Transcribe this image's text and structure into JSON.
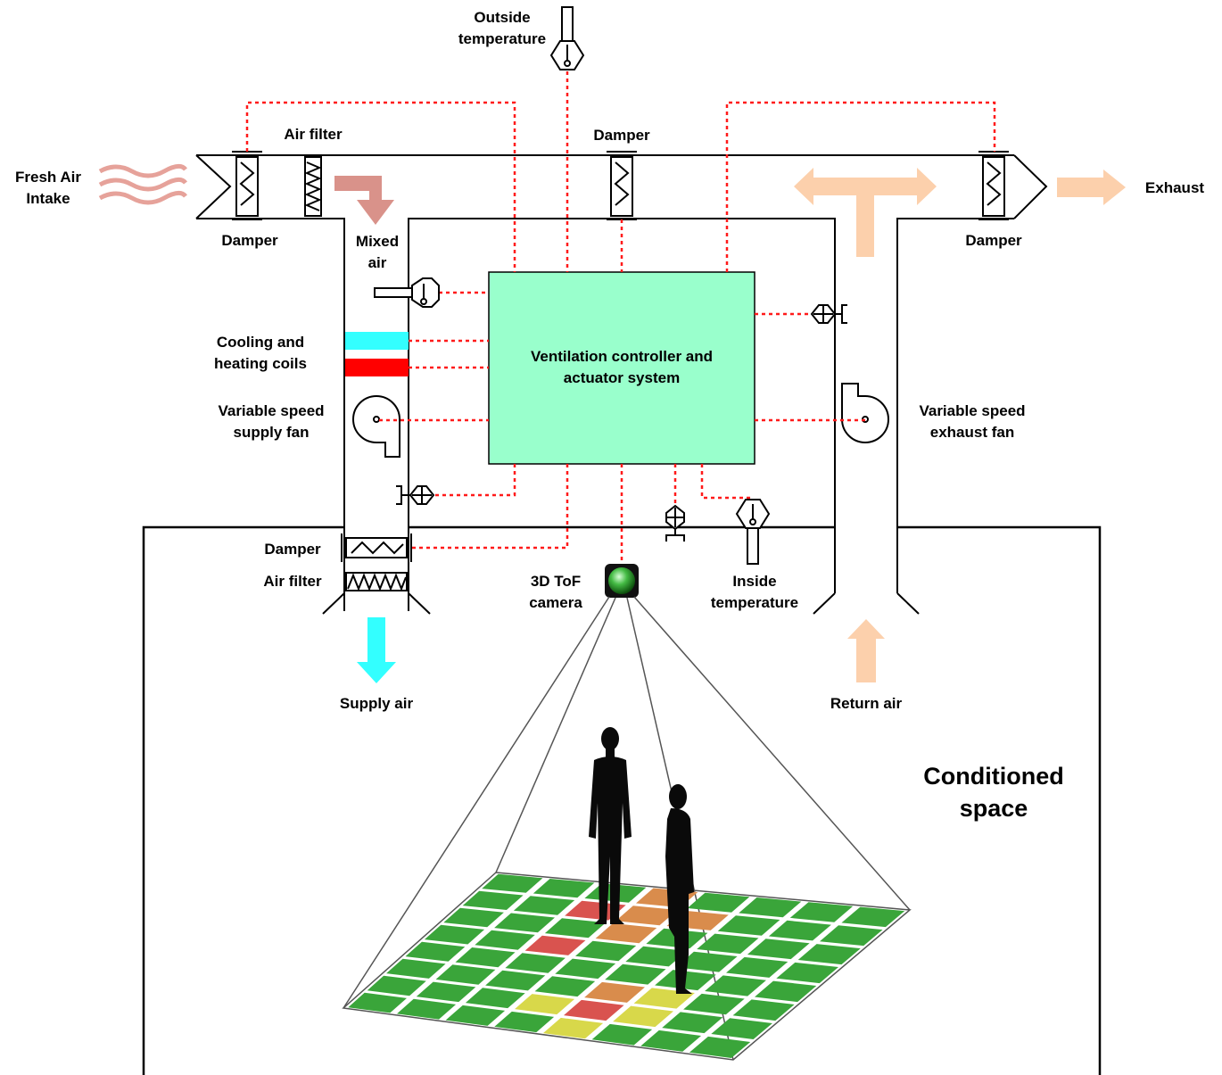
{
  "labels": {
    "outside_temperature": [
      "Outside",
      "temperature"
    ],
    "air_filter_top": "Air filter",
    "damper_top_middle": "Damper",
    "fresh_air_intake": [
      "Fresh Air",
      "Intake"
    ],
    "exhaust": "Exhaust",
    "damper_intake": "Damper",
    "damper_exhaust": "Damper",
    "mixed_air": [
      "Mixed",
      "air"
    ],
    "cooling_heating_coils": [
      "Cooling and",
      "heating coils"
    ],
    "supply_fan": [
      "Variable speed",
      "supply fan"
    ],
    "exhaust_fan": [
      "Variable speed",
      "exhaust fan"
    ],
    "damper_supply": "Damper",
    "air_filter_supply": "Air filter",
    "camera": [
      "3D ToF",
      "camera"
    ],
    "inside_temperature": [
      "Inside",
      "temperature"
    ],
    "supply_air": "Supply air",
    "return_air": "Return air",
    "conditioned_space": [
      "Conditioned",
      "space"
    ],
    "controller": [
      "Ventilation controller and",
      "actuator system"
    ]
  },
  "colors": {
    "control_wire": "#ff1a1a",
    "controller_fill": "#99ffcc",
    "cooling_coil": "#33ffff",
    "heating_coil": "#ff0000",
    "supply_arrow": "#33ffff",
    "return_arrow": "#fcd0ac",
    "mixed_arrow": "#d9928a",
    "grid_green": "#3aa53a",
    "grid_orange": "#d98c4c",
    "grid_red": "#d9534f",
    "grid_yellow": "#d8d84a"
  },
  "icons": [
    "temperature-sensor-icon",
    "damper-icon",
    "air-filter-icon",
    "fan-icon",
    "pressure-sensor-icon",
    "camera-icon",
    "person-silhouette-icon"
  ]
}
